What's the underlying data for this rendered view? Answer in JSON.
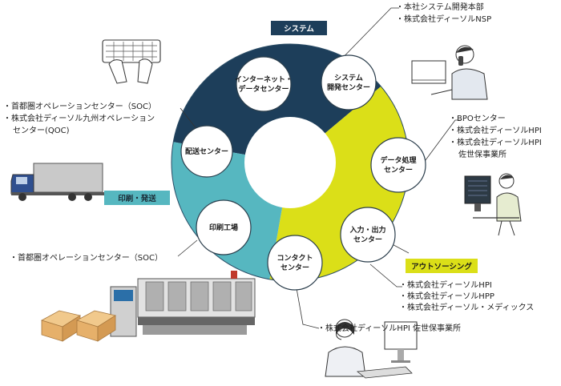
{
  "tags": {
    "system": "システム",
    "print_ship": "印刷・発送",
    "outsourcing": "アウトソーシング"
  },
  "centers": {
    "internet": [
      "インターネット・",
      "データセンター"
    ],
    "sysdev": [
      "システム",
      "開発センター"
    ],
    "dataproc": [
      "データ処理",
      "センター"
    ],
    "io": [
      "入力・出力",
      "センター"
    ],
    "contact": [
      "コンタクト",
      "センター"
    ],
    "printing": [
      "印刷工場"
    ],
    "delivery": [
      "配送センター"
    ]
  },
  "annotations": {
    "top_right": [
      "・本社システム開発本部",
      "・株式会社ディーソルNSP"
    ],
    "right": [
      "・BPOセンター",
      "・株式会社ディーソルHPI",
      "・株式会社ディーソルHPI",
      "佐世保事業所"
    ],
    "bottom_right": [
      "・株式会社ディーソルHPI",
      "・株式会社ディーソルHPP",
      "・株式会社ディーソル・メディックス"
    ],
    "bottom": [
      "・株式会社ディーソルHPI 佐世保事業所"
    ],
    "left_top": [
      "・首都圏オペレーションセンター（SOC）",
      "・株式会社ディーソル九州オペレーション",
      "センター(QOC)"
    ],
    "left_mid": [
      "・首都圏オペレーションセンター（SOC）"
    ]
  },
  "colors": {
    "system": "#1d3e5a",
    "outsourcing": "#dbdf18",
    "print_ship": "#56b7c0",
    "circle_border": "#2b4d66"
  },
  "icons": [
    "keyboard-hands-icon",
    "phone-worker-icon",
    "truck-icon",
    "data-worker-icon",
    "printing-press-icon",
    "boxes-icon",
    "headset-operator-icon"
  ]
}
